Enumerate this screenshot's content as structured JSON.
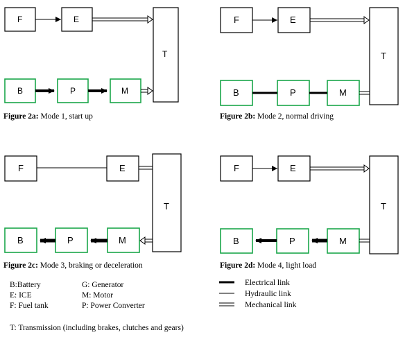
{
  "labels": {
    "F": "F",
    "E": "E",
    "T": "T",
    "B": "B",
    "P": "P",
    "M": "M"
  },
  "figures": {
    "a": {
      "caption_bold": "Figure 2a:",
      "caption_text": " Mode 1, start up"
    },
    "b": {
      "caption_bold": "Figure 2b:",
      "caption_text": " Mode 2, normal driving"
    },
    "c": {
      "caption_bold": "Figure 2c:",
      "caption_text": " Mode 3, braking or deceleration"
    },
    "d": {
      "caption_bold": "Figure 2d:",
      "caption_text": " Mode 4, light load"
    }
  },
  "key": {
    "battery": "B:Battery",
    "ice": "E: ICE",
    "fuel": "F: Fuel tank",
    "generator": "G: Generator",
    "motor": "M: Motor",
    "converter": "P: Power Converter",
    "transmission": "T: Transmission (including brakes, clutches and gears)"
  },
  "link_legend": {
    "electrical": "Electrical link",
    "hydraulic": "Hydraulic link",
    "mechanical": "Mechanical link"
  },
  "colors": {
    "green_box": "#1aa64a",
    "black": "#000000"
  }
}
